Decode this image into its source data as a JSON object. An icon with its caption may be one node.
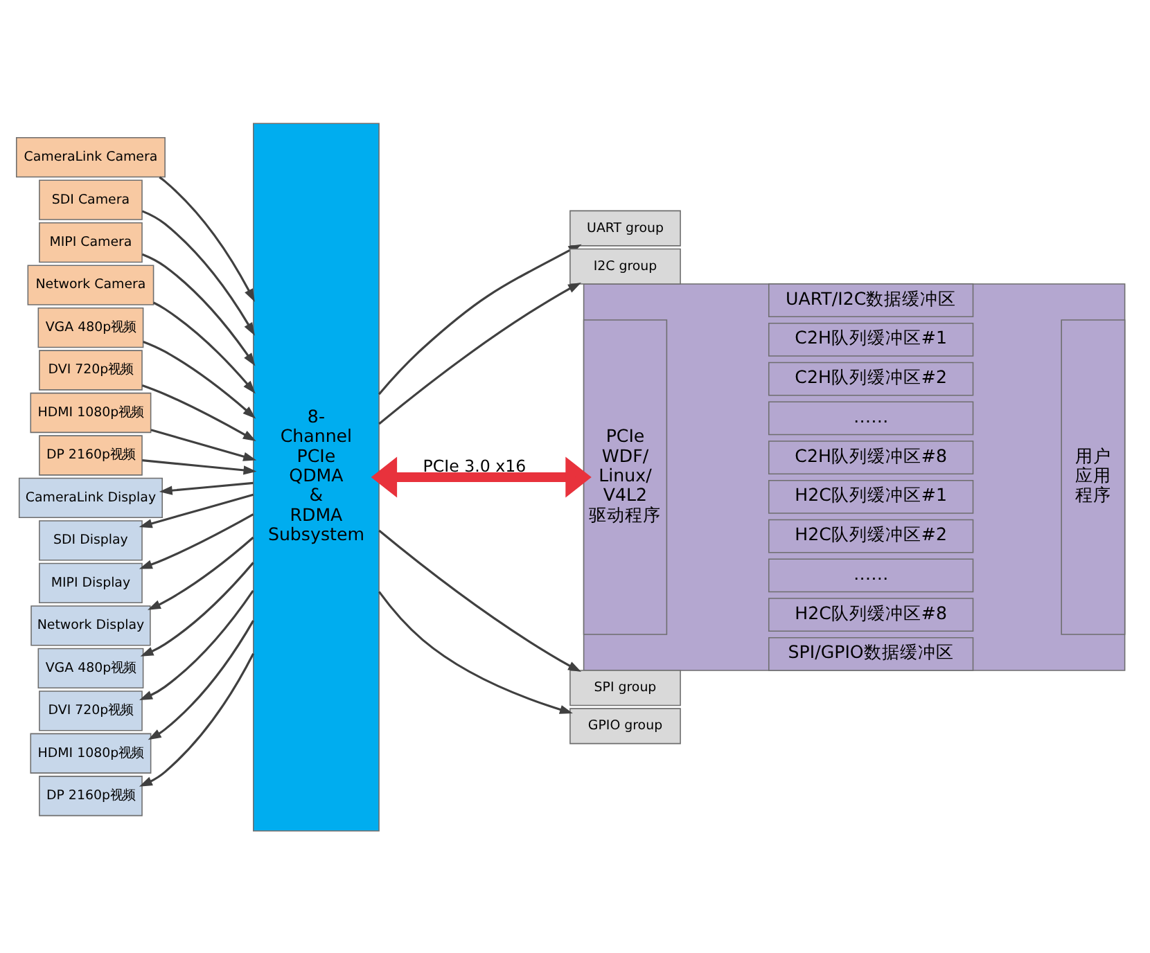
{
  "diagram": {
    "nodes": [
      {
        "text": [
          "CameraLink Camera"
        ]
      },
      {
        "text": [
          "SDI Camera"
        ]
      },
      {
        "text": [
          "MIPI Camera"
        ]
      },
      {
        "text": [
          "Network Camera"
        ]
      },
      {
        "text": [
          "VGA 480p视频"
        ]
      },
      {
        "text": [
          "DVI 720p视频"
        ]
      },
      {
        "text": [
          "HDMI 1080p视频"
        ]
      },
      {
        "text": [
          "DP 2160p视频"
        ]
      },
      {
        "text": [
          "8- Channel PCIe QDMA & RDMA Subsystem"
        ]
      },
      {
        "text": [
          "CameraLink Display"
        ]
      },
      {
        "text": [
          "SDI Display"
        ]
      },
      {
        "text": [
          "MIPI Display"
        ]
      },
      {
        "text": [
          "Network Display"
        ]
      },
      {
        "text": [
          "VGA 480p视频"
        ]
      },
      {
        "text": [
          "DVI 720p视频"
        ]
      },
      {
        "text": [
          "HDMI 1080p视频"
        ]
      },
      {
        "text": [
          "DP 2160p视频"
        ]
      },
      {
        "text": [
          "UART group"
        ]
      },
      {
        "text": [
          "I2C group"
        ]
      },
      {
        "text": [],
        "shape": "box"
      },
      {
        "text": [
          "PCIe WDF/ Linux/ V4L2 驱动程序"
        ],
        "in": 19
      },
      {
        "text": [
          "UART/I2C数据缓冲区"
        ],
        "in": 19
      },
      {
        "text": [
          "C2H队列缓冲区#1"
        ],
        "in": 19
      },
      {
        "text": [
          "C2H队列缓冲区#2"
        ],
        "in": 19
      },
      {
        "text": [
          "……"
        ],
        "in": 19
      },
      {
        "text": [
          "C2H队列缓冲区#8"
        ],
        "in": 19
      },
      {
        "text": [
          "H2C队列缓冲区#1"
        ],
        "in": 19
      },
      {
        "text": [
          "H2C队列缓冲区#2"
        ],
        "in": 19
      },
      {
        "text": [
          "……"
        ],
        "in": 19
      },
      {
        "text": [
          "H2C队列缓冲区#8"
        ],
        "in": 19
      },
      {
        "text": [
          "SPI/GPIO数据缓冲区"
        ],
        "in": 19
      },
      {
        "text": [
          "用户应用程序"
        ],
        "in": 19
      },
      {
        "text": [
          "SPI group"
        ]
      },
      {
        "text": [
          "GPIO group"
        ]
      }
    ],
    "edges": [
      {
        "from": 0,
        "to": 8,
        "arrow": "to"
      },
      {
        "from": 1,
        "to": 8,
        "arrow": "to"
      },
      {
        "from": 2,
        "to": 8,
        "arrow": "to"
      },
      {
        "from": 3,
        "to": 8,
        "arrow": "to"
      },
      {
        "from": 4,
        "to": 8,
        "arrow": "to"
      },
      {
        "from": 5,
        "to": 8,
        "arrow": "to"
      },
      {
        "from": 6,
        "to": 8,
        "arrow": "to"
      },
      {
        "from": 7,
        "to": 8,
        "arrow": "to"
      },
      {
        "from": 8,
        "to": 9,
        "arrow": "to"
      },
      {
        "from": 8,
        "to": 10,
        "arrow": "to"
      },
      {
        "from": 8,
        "to": 11,
        "arrow": "to"
      },
      {
        "from": 8,
        "to": 12,
        "arrow": "to"
      },
      {
        "from": 8,
        "to": 13,
        "arrow": "to"
      },
      {
        "from": 8,
        "to": 14,
        "arrow": "to"
      },
      {
        "from": 8,
        "to": 15,
        "arrow": "to"
      },
      {
        "from": 8,
        "to": 16,
        "arrow": "to"
      },
      {
        "from": 8,
        "to": 17,
        "arrow": "to"
      },
      {
        "from": 8,
        "to": 18,
        "arrow": "to"
      },
      {
        "from": 8,
        "to": 20,
        "arrow": "both",
        "label": "PCIe 3.0 x16",
        "style": "thick",
        "color": "#e8323c"
      },
      {
        "from": 8,
        "to": 32,
        "arrow": "to"
      },
      {
        "from": 8,
        "to": 33,
        "arrow": "to"
      }
    ]
  }
}
